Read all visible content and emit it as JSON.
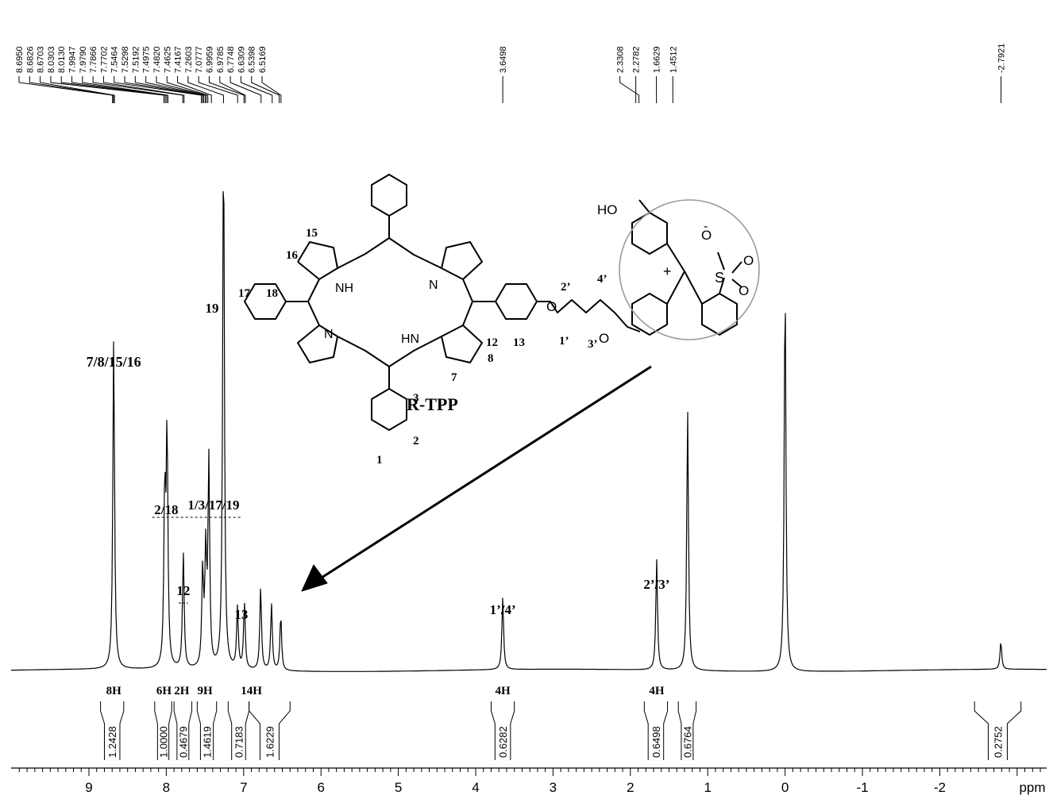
{
  "chart_data": {
    "type": "line",
    "xlabel": "ppm",
    "xlim": [
      9.9,
      -3.55
    ],
    "x_reversed": true,
    "x_ticks": [
      "9",
      "8",
      "7",
      "6",
      "5",
      "4",
      "3",
      "2",
      "1",
      "0",
      "-1",
      "-2"
    ],
    "x_tick_values": [
      9,
      8,
      7,
      6,
      5,
      4,
      3,
      2,
      1,
      0,
      -1,
      -2
    ],
    "peak_list": [
      "8.6950",
      "8.6826",
      "8.6703",
      "8.0303",
      "8.0130",
      "7.9947",
      "7.9790",
      "7.7866",
      "7.7702",
      "7.5464",
      "7.5298",
      "7.5192",
      "7.4975",
      "7.4820",
      "7.4625",
      "7.4167",
      "7.2603",
      "7.0777",
      "6.9959",
      "6.9785",
      "6.7748",
      "6.6309",
      "6.5398",
      "6.5169",
      "3.6498",
      "2.3308",
      "2.2782",
      "1.6629",
      "1.4512",
      "-2.7921"
    ],
    "spectrum_peaks": [
      {
        "shift": 8.68,
        "height": 0.6
      },
      {
        "shift": 8.02,
        "height": 0.31
      },
      {
        "shift": 7.99,
        "height": 0.42
      },
      {
        "shift": 7.78,
        "height": 0.21
      },
      {
        "shift": 7.53,
        "height": 0.17
      },
      {
        "shift": 7.49,
        "height": 0.2
      },
      {
        "shift": 7.45,
        "height": 0.37
      },
      {
        "shift": 7.26,
        "height": 0.98
      },
      {
        "shift": 7.08,
        "height": 0.11
      },
      {
        "shift": 6.99,
        "height": 0.12
      },
      {
        "shift": 6.78,
        "height": 0.15
      },
      {
        "shift": 6.64,
        "height": 0.12
      },
      {
        "shift": 6.52,
        "height": 0.1
      },
      {
        "shift": 3.65,
        "height": 0.13
      },
      {
        "shift": 1.66,
        "height": 0.2
      },
      {
        "shift": 1.26,
        "height": 0.47
      },
      {
        "shift": 0.0,
        "height": 0.71
      },
      {
        "shift": -2.79,
        "height": 0.05
      }
    ],
    "peak_labels": [
      {
        "text": "7/8/15/16",
        "shift": 8.68
      },
      {
        "text": "2/18",
        "shift": 8.0
      },
      {
        "text": "12",
        "shift": 7.78
      },
      {
        "text": "1/3/17/19",
        "shift": 7.45
      },
      {
        "text": "13",
        "shift": 7.03
      },
      {
        "text": "1’/4’",
        "shift": 3.65
      },
      {
        "text": "2’/3’",
        "shift": 1.66
      }
    ],
    "proton_counts": [
      {
        "text": "8H",
        "shift": 8.68
      },
      {
        "text": "6H",
        "shift": 8.03
      },
      {
        "text": "2H",
        "shift": 7.8
      },
      {
        "text": "9H",
        "shift": 7.5
      },
      {
        "text": "14H",
        "shift": 6.9
      },
      {
        "text": "4H",
        "shift": 3.65
      },
      {
        "text": "4H",
        "shift": 1.66
      }
    ],
    "integrals": [
      {
        "value": "1.2428",
        "from": 8.85,
        "to": 8.55
      },
      {
        "value": "1.0000",
        "from": 8.15,
        "to": 7.93
      },
      {
        "value": "0.4679",
        "from": 7.9,
        "to": 7.67
      },
      {
        "value": "1.4619",
        "from": 7.6,
        "to": 7.35
      },
      {
        "value": "0.7183",
        "from": 7.2,
        "to": 6.93
      },
      {
        "value": "1.6229",
        "from": 6.93,
        "to": 6.4
      },
      {
        "value": "0.6282",
        "from": 3.8,
        "to": 3.5
      },
      {
        "value": "0.6498",
        "from": 1.82,
        "to": 1.52
      },
      {
        "value": "0.6764",
        "from": 1.38,
        "to": 1.15
      },
      {
        "value": "0.2752",
        "from": -2.45,
        "to": -3.05
      }
    ],
    "solvent_label": "19"
  },
  "structure": {
    "compound_name": "R-TPP",
    "atom_labels": [
      "15",
      "16",
      "17",
      "18",
      "19",
      "12",
      "13",
      "8",
      "7",
      "3",
      "2",
      "1",
      "1’",
      "2’",
      "3’",
      "4’"
    ],
    "heteroatoms": {
      "nh_top": "NH",
      "n_right": "N",
      "n_left": "N",
      "nh_bottom": "HN",
      "o1": "O",
      "o2": "O",
      "ho": "HO",
      "s": "S",
      "o_minus": "O",
      "o_a": "O",
      "o_b": "O",
      "plus": "+",
      "minus": "-"
    }
  }
}
